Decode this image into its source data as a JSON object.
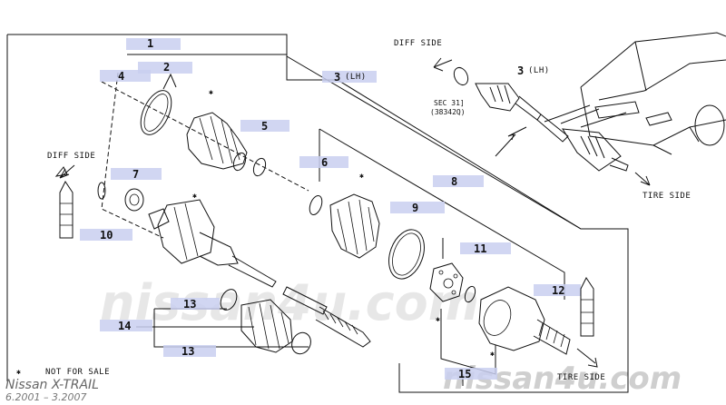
{
  "diagram": {
    "part_numbers": {
      "p1": "1",
      "p2": "2",
      "p3": "3",
      "p3b": "3",
      "p4": "4",
      "p5": "5",
      "p6": "6",
      "p7": "7",
      "p8": "8",
      "p9": "9",
      "p10": "10",
      "p11": "11",
      "p12": "12",
      "p13a": "13",
      "p13b": "13",
      "p14": "14",
      "p15": "15"
    },
    "lh_tag": "(LH)",
    "lh_tag2": "(LH)",
    "diff_side_main": "DIFF SIDE",
    "diff_side_inset": "DIFF SIDE",
    "tire_side_main": "TIRE SIDE",
    "tire_side_inset": "TIRE SIDE",
    "sec_ref_line1": "SEC 31]",
    "sec_ref_line2": "(38342Q)",
    "legend_text": "NOT FOR SALE",
    "legend_symbol": "✱"
  },
  "footer": {
    "model": "Nissan X-TRAIL",
    "date_range": "6.2001 – 3.2007",
    "watermark": "nissan4u.com",
    "watermark_big": "nissan4u.com"
  },
  "colors": {
    "chip": "#c9cff0",
    "line": "#111111",
    "watermark": "#bbbbbb"
  }
}
